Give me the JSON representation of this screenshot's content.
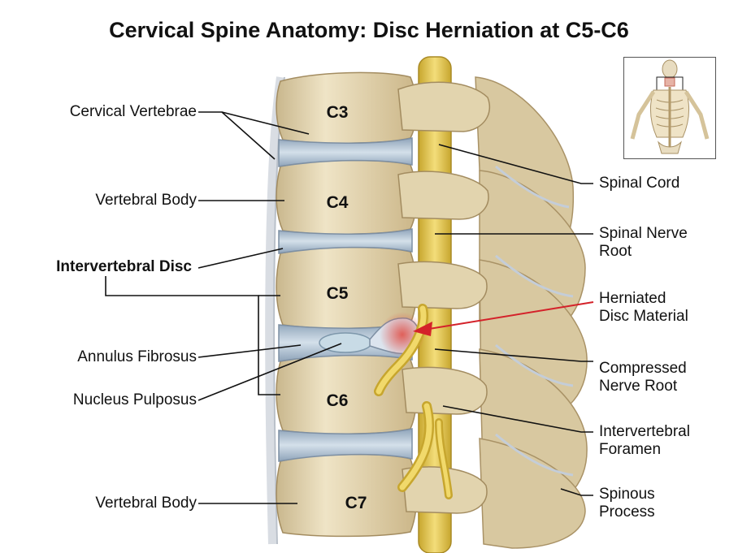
{
  "title": "Cervical Spine Anatomy: Disc Herniation at C5-C6",
  "vertebrae": [
    "C3",
    "C4",
    "C5",
    "C6",
    "C7"
  ],
  "labels_left": {
    "cervical_vertebrae": "Cervical Vertebrae",
    "vertebral_body_upper": "Vertebral Body",
    "intervertebral_disc": "Intervertebral Disc",
    "annulus_fibrosus": "Annulus Fibrosus",
    "nucleus_pulposus": "Nucleus Pulposus",
    "vertebral_body_lower": "Vertebral Body"
  },
  "labels_right": {
    "spinal_cord": "Spinal Cord",
    "spinal_nerve_root": [
      "Spinal Nerve",
      "Root"
    ],
    "herniated_disc": [
      "Herniated",
      "Disc Material"
    ],
    "compressed_nerve": [
      "Compressed",
      "Nerve Root"
    ],
    "foramen": [
      "Intervertebral",
      "Foramen"
    ],
    "spinous_process": [
      "Spinous",
      "Process"
    ]
  },
  "colors": {
    "bone": "#e6dab8",
    "bone_shadow": "#b9a57a",
    "disc": "#aebfd0",
    "nerve": "#e7c94a",
    "herniation": "#e0483f",
    "arrow": "#d4222a"
  }
}
